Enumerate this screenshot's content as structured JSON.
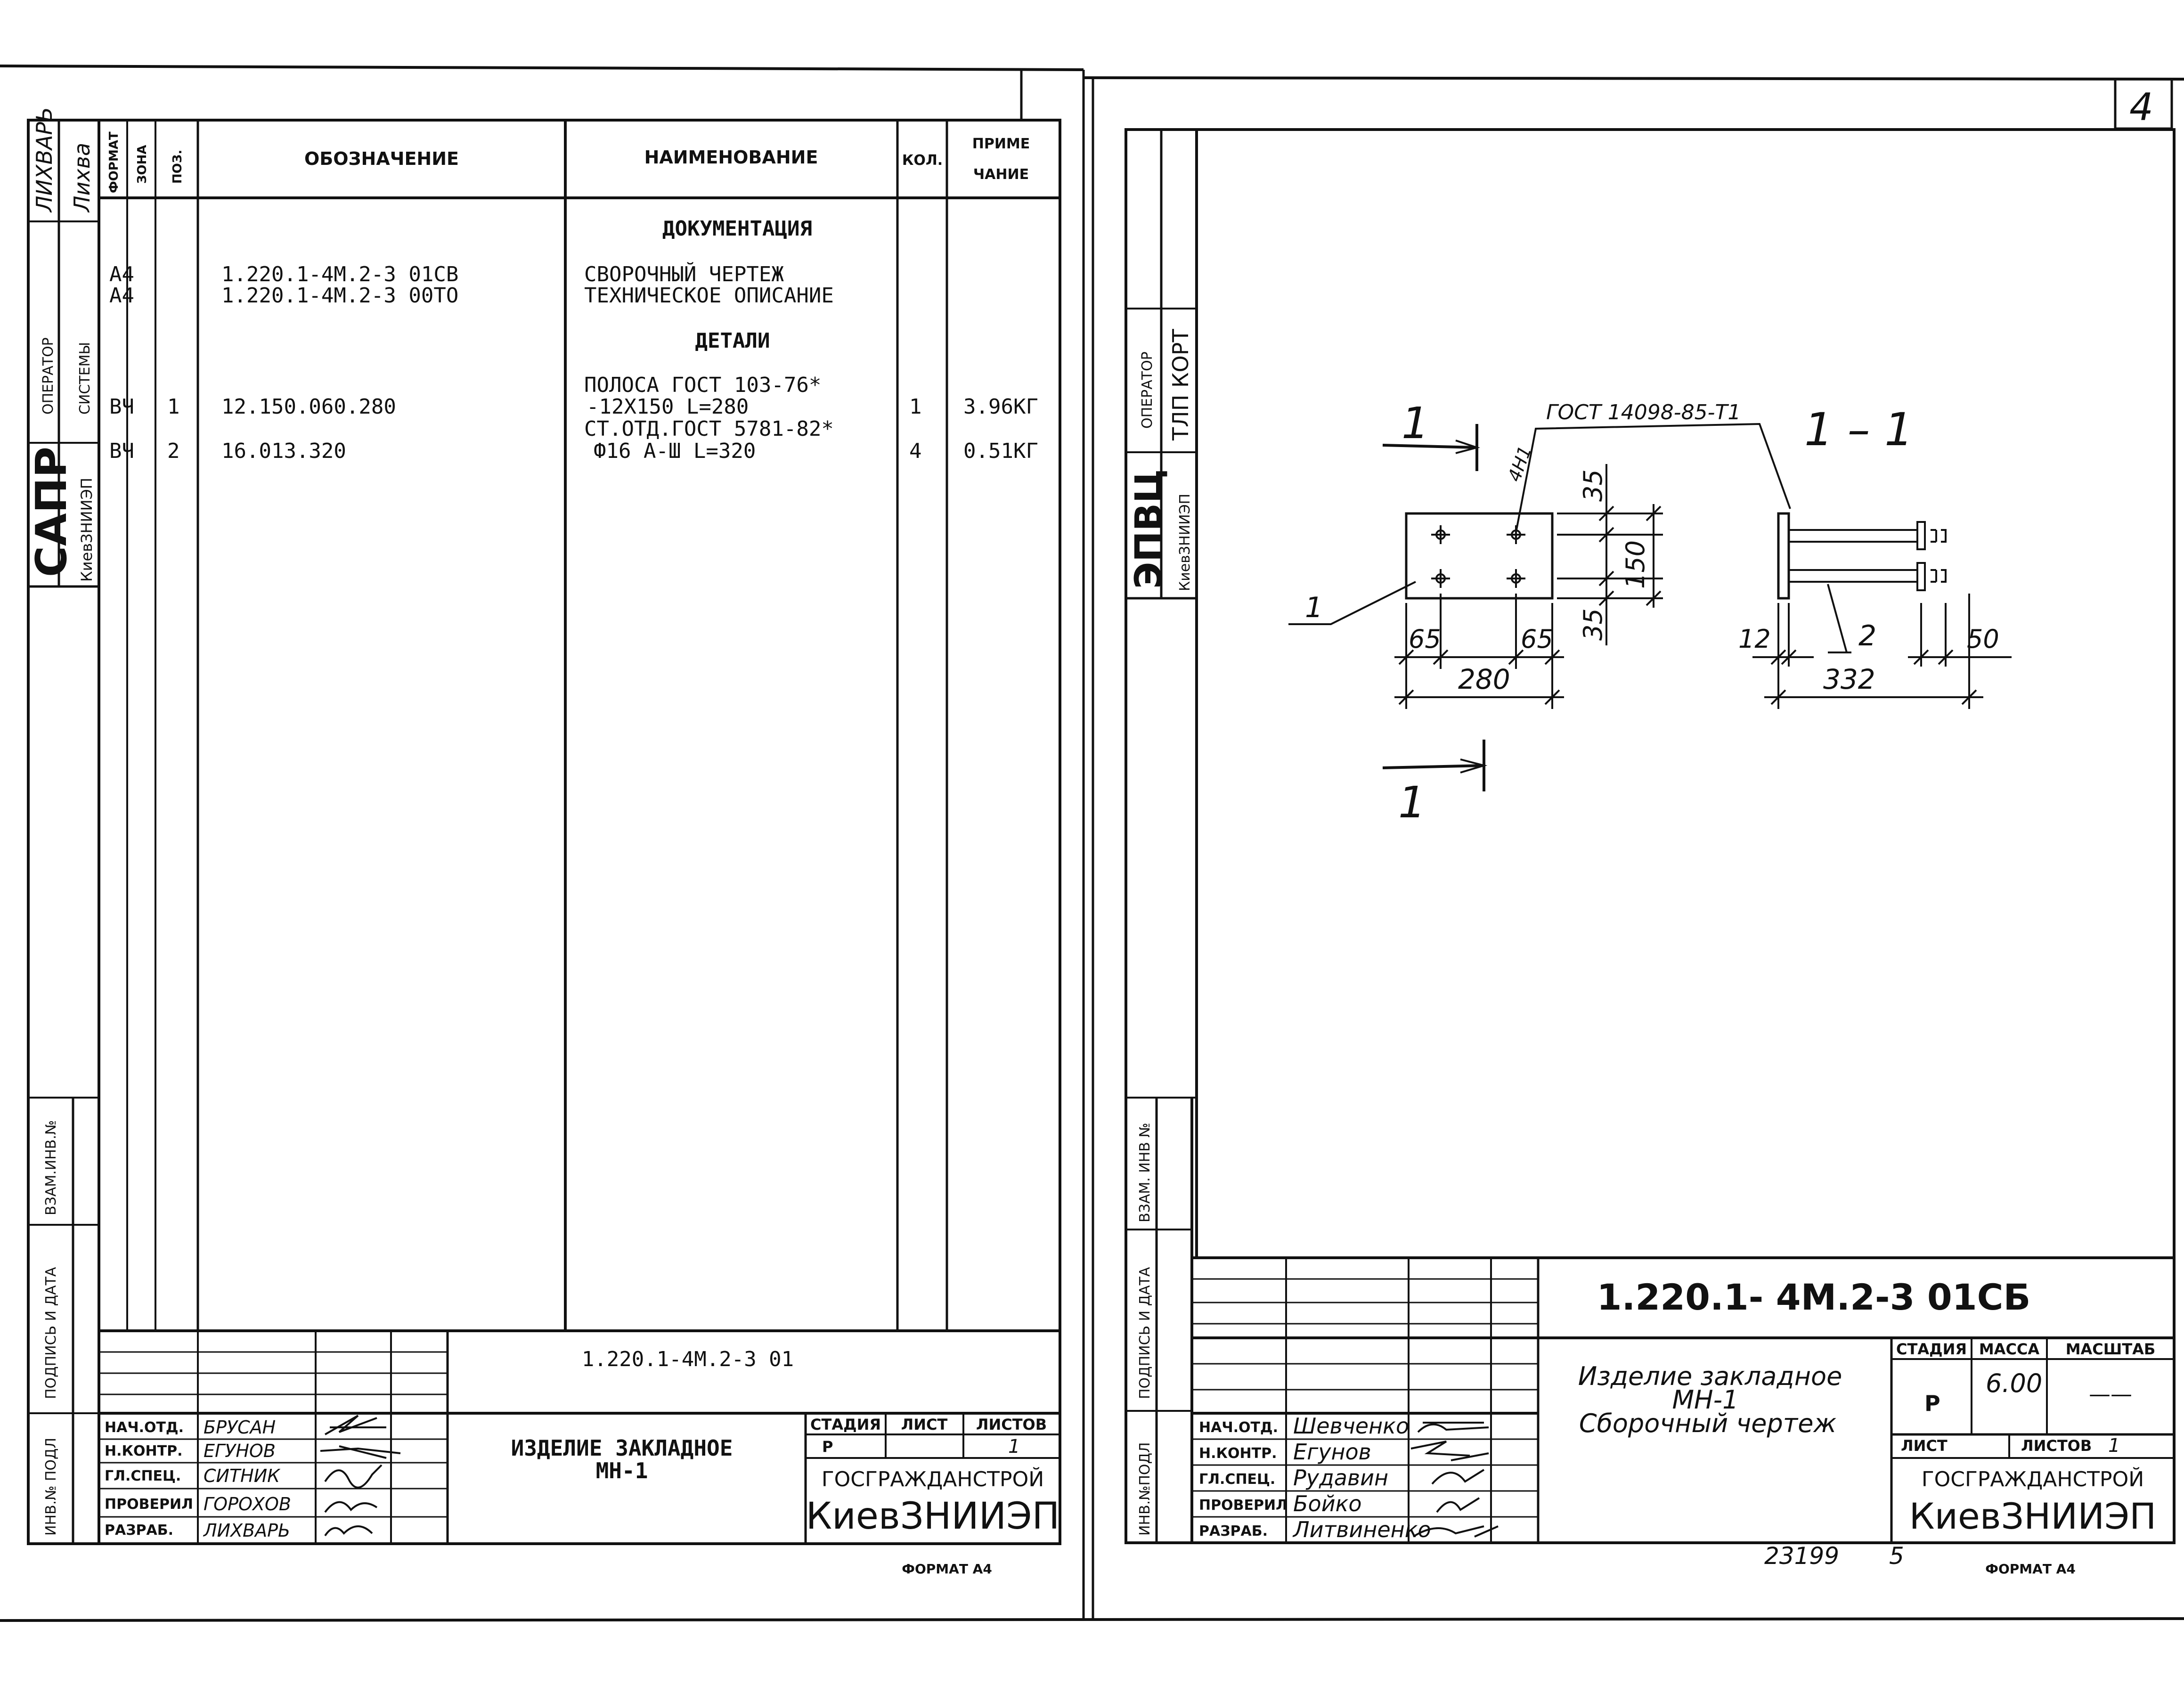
{
  "left_sheet": {
    "side_labels": {
      "sig1": "ЛИХВАРЬ",
      "sig2": "Лихва",
      "operator": "ОПЕРАТОР",
      "systems": "СИСТЕМЫ",
      "sapr": "САПР",
      "institute": "КиевЗНИИЭП",
      "vzam": "ВЗАМ.ИНВ.№",
      "podpis": "ПОДПИСЬ И ДАТА",
      "inv": "ИНВ.№ ПОДЛ"
    },
    "spec_headers": {
      "format": "ФОРМАТ",
      "zone": "ЗОНА",
      "pos": "ПОЗ.",
      "designation": "ОБОЗНАЧЕНИЕ",
      "name": "НАИМЕНОВАНИЕ",
      "qty": "КОЛ.",
      "note1": "ПРИМЕ",
      "note2": "ЧАНИЕ"
    },
    "spec_rows": {
      "section_docs": "ДОКУМЕНТАЦИЯ",
      "r1_format": "А4",
      "r1_designation": "1.220.1-4М.2-3 01СВ",
      "r1_name": "СВОРОЧНЫЙ ЧЕРТЕЖ",
      "r2_format": "А4",
      "r2_designation": "1.220.1-4М.2-3 00ТО",
      "r2_name": "ТЕХНИЧЕСКОЕ ОПИСАНИЕ",
      "section_parts": "ДЕТАЛИ",
      "r3_format": "ВЧ",
      "r3_pos": "1",
      "r3_designation": "12.150.060.280",
      "r3_name1": "ПОЛОСА ГОСТ 103-76*",
      "r3_name2": "-12Х150 L=280",
      "r3_qty": "1",
      "r3_note": "3.96КГ",
      "r4_format": "ВЧ",
      "r4_pos": "2",
      "r4_designation": "16.013.320",
      "r4_name1": "СТ.ОТД.ГОСТ 5781-82*",
      "r4_name2": "Ф16 А-Ш L=320",
      "r4_qty": "4",
      "r4_note": "0.51КГ"
    },
    "title_block": {
      "doc_code": "1.220.1-4М.2-3 01",
      "roles": [
        "НАЧ.ОТД.",
        "Н.КОНТР.",
        "ГЛ.СПЕЦ.",
        "ПРОВЕРИЛ",
        "РАЗРАБ."
      ],
      "names": [
        "БРУСАН",
        "ЕГУНОВ",
        "СИТНИК",
        "ГОРОХОВ",
        "ЛИХВАРЬ"
      ],
      "title1": "ИЗДЕЛИЕ ЗАКЛАДНОЕ",
      "title2": "МН-1",
      "stage_label": "СТАДИЯ",
      "sheet_label": "ЛИСТ",
      "sheets_label": "ЛИСТОВ",
      "stage_value": "Р",
      "sheets_value": "1",
      "org1": "ГОСГРАЖДАНСТРОЙ",
      "org2": "КиевЗНИИЭП",
      "format_label": "ФОРМАТ А4"
    }
  },
  "right_sheet": {
    "sheet_number": "4",
    "side_labels": {
      "operator": "ОПЕРАТОР",
      "tlp": "ТЛП КОРТ",
      "epvc": "ЭПВЦ",
      "institute": "КиевЗНИИЭП",
      "vzam": "ВЗАМ. ИНВ №",
      "podpis": "ПОДПИСЬ И ДАТА",
      "inv": "ИНВ.№ПОДЛ"
    },
    "drawing": {
      "cut_top": "1",
      "cut_bottom": "1",
      "section_label": "1 – 1",
      "weld_spec": "ГОСТ 14098-85-Т1",
      "weld_count": "4Н1",
      "leader_1": "1",
      "leader_2": "2",
      "dim_35_top": "35",
      "dim_150": "150",
      "dim_35_bottom": "35",
      "dim_65_left": "65",
      "dim_65_right": "65",
      "dim_280": "280",
      "dim_12": "12",
      "dim_332": "332",
      "dim_50": "50"
    },
    "title_block": {
      "doc_code": "1.220.1- 4М.2-3  01СБ",
      "title1": "Изделие закладное",
      "title2": "МН-1",
      "title3": "Сборочный чертеж",
      "roles": [
        "НАЧ.ОТД.",
        "Н.КОНТР.",
        "ГЛ.СПЕЦ.",
        "ПРОВЕРИЛ",
        "РАЗРАБ."
      ],
      "names": [
        "Шевченко",
        "Егунов",
        "Рудавин",
        "Бойко",
        "Литвиненко"
      ],
      "stage_label": "СТАДИЯ",
      "mass_label": "МАССА",
      "scale_label": "МАСШТАБ",
      "stage_value": "Р",
      "mass_value": "6.00",
      "scale_value": "——",
      "sheet_label": "ЛИСТ",
      "sheets_label": "ЛИСТОВ",
      "sheets_value": "1",
      "org1": "ГОСГРАЖДАНСТРОЙ",
      "org2": "КиевЗНИИЭП",
      "format_label": "ФОРМАТ А4",
      "archive_no": "23199",
      "archive_sub": "5"
    }
  }
}
